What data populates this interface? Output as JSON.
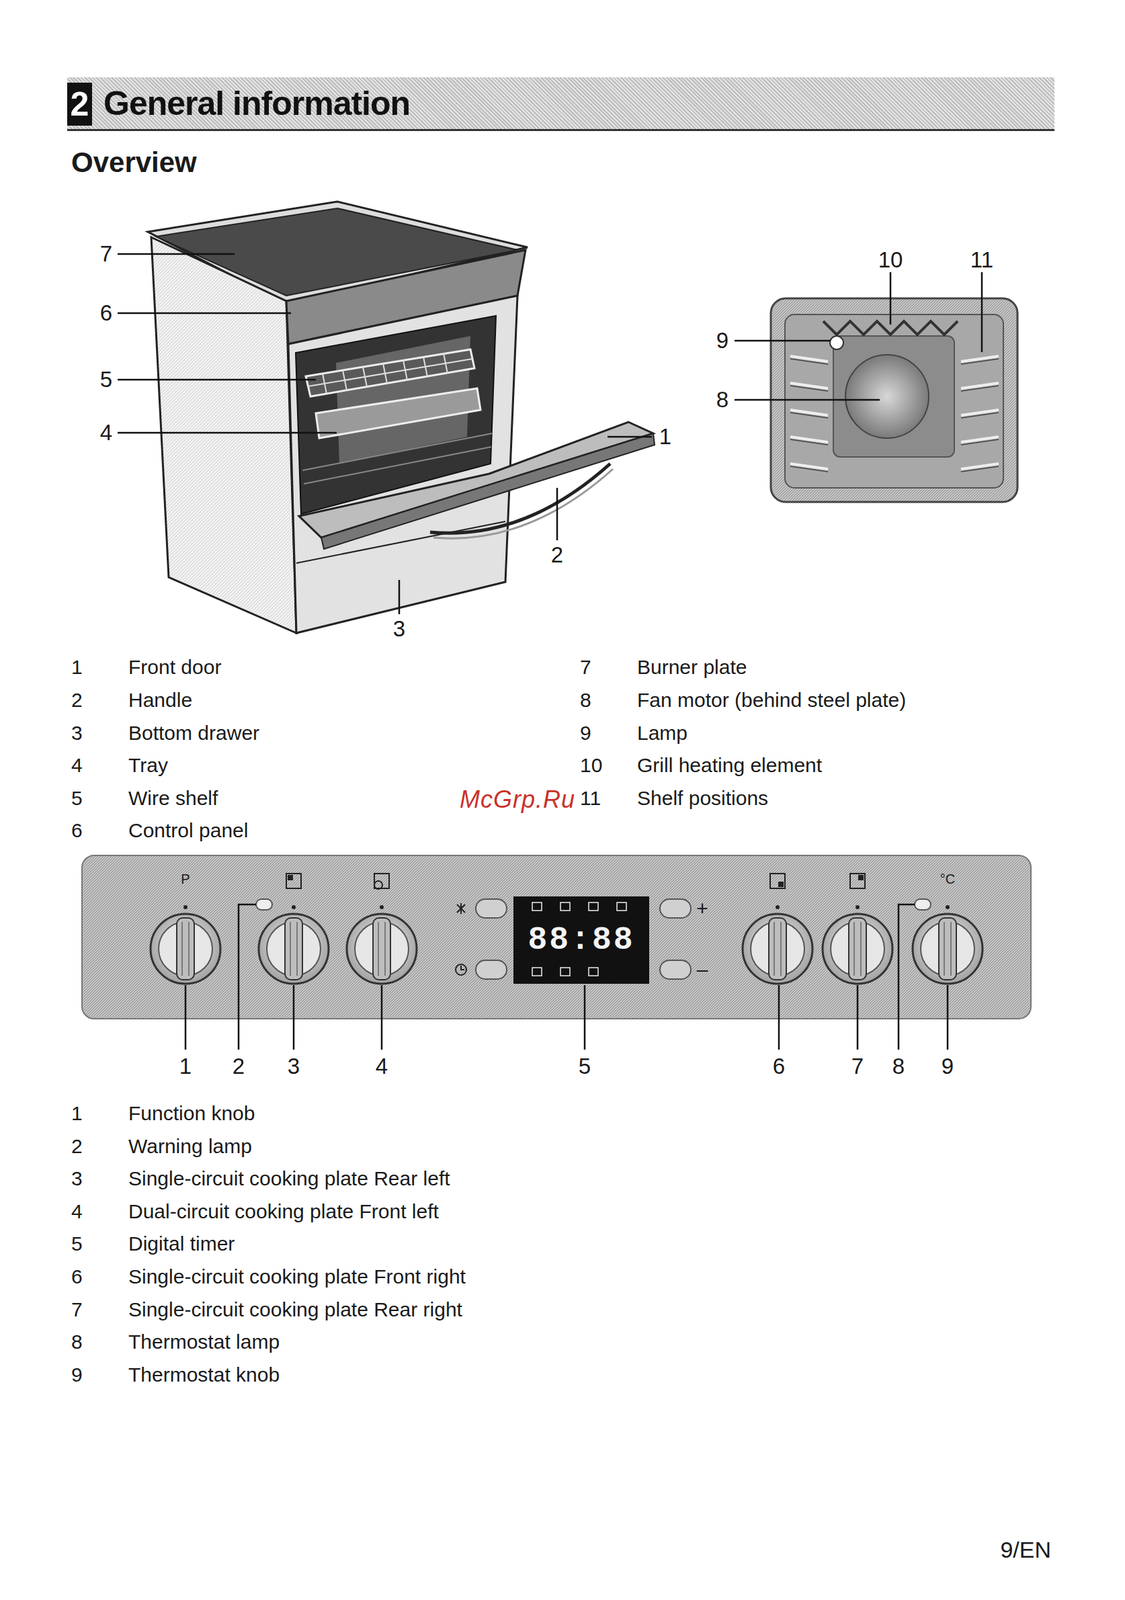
{
  "diagram": {
    "nodes": [
      {
        "text": [
          "General information"
        ]
      },
      {
        "text": [
          "2"
        ],
        "in": 0
      },
      {
        "text": [
          "88:88"
        ]
      }
    ],
    "labels": [
      "Overview",
      "7",
      "6",
      "5",
      "4",
      "1",
      "2",
      "3",
      "10",
      "11",
      "9",
      "8",
      "1",
      "Front door",
      "2",
      "Handle",
      "3",
      "Bottom drawer",
      "4",
      "Tray",
      "5",
      "Wire shelf",
      "6",
      "Control panel",
      "7",
      "Burner plate",
      "8",
      "Fan motor (behind steel plate)",
      "9",
      "Lamp",
      "10",
      "Grill heating element",
      "11",
      "Shelf positions",
      "McGrp.Ru",
      "P",
      "°C",
      "+",
      "–",
      "1",
      "2",
      "3",
      "4",
      "5",
      "6",
      "7",
      "8",
      "9",
      "1",
      "Function knob",
      "2",
      "Warning lamp",
      "3",
      "Single-circuit cooking plate Rear left",
      "4",
      "Dual-circuit cooking plate Front left",
      "5",
      "Digital timer",
      "6",
      "Single-circuit cooking plate Front right",
      "7",
      "Single-circuit cooking plate Rear right",
      "8",
      "Thermostat lamp",
      "9",
      "Thermostat knob",
      "9/EN"
    ]
  }
}
